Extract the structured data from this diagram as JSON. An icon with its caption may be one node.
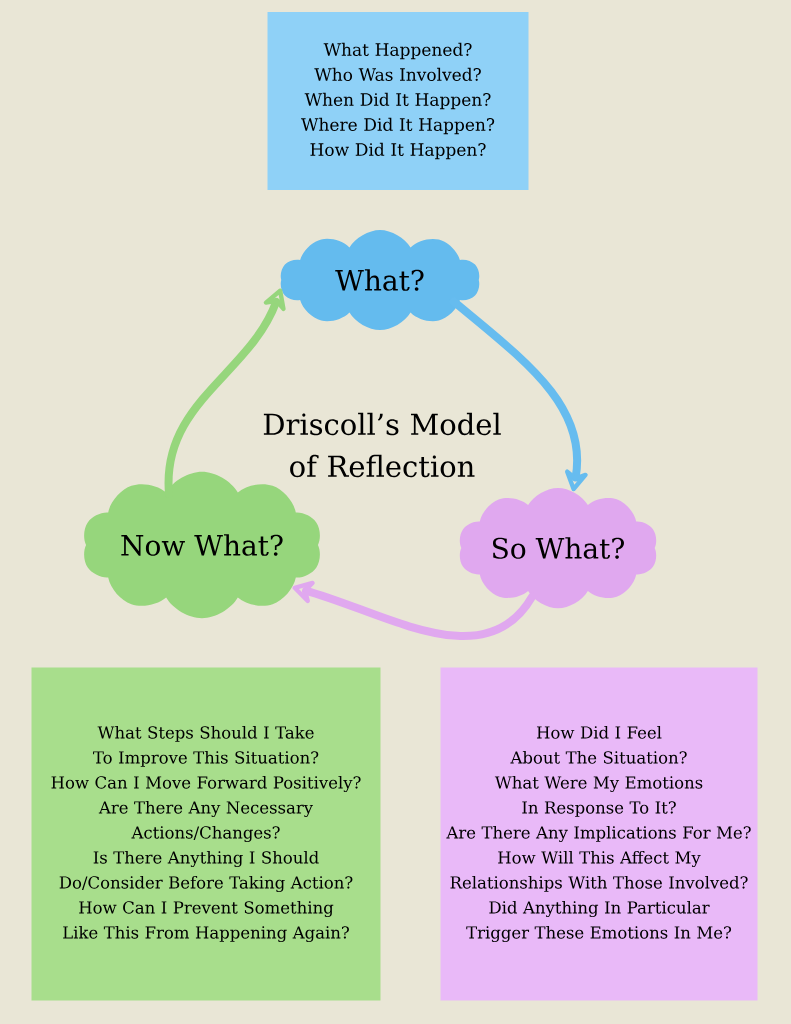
{
  "diagram": {
    "title": "Driscoll’s Model of Reflection",
    "nodes": [
      {
        "text": [
          "What Happened?",
          "Who Was Involved?",
          "When Did It Happen?",
          "Where Did It Happen?",
          "How Did It Happen?"
        ]
      },
      {
        "text": [
          "What?"
        ]
      },
      {
        "text": [
          "Now What?"
        ]
      },
      {
        "text": [
          "So What?"
        ]
      },
      {
        "text": [
          "What Steps Should I Take To Improve This Situation?",
          "How Can I Move Forward Positively?",
          "Are There Any Necessary Actions/Changes?",
          "Is There Anything I Should Do/Consider Before Taking Action?",
          "How Can I Prevent Something Like This From Happening Again?"
        ]
      },
      {
        "text": [
          "How Did I Feel About The Situation?",
          "What Were My Emotions In Response To It?",
          "Are There Any Implications For Me?",
          "How Will This Affect My Relationships With Those Involved?",
          "Did Anything In Particular Trigger These Emotions In Me?"
        ]
      }
    ],
    "edges": [
      {
        "from": 1,
        "to": 3,
        "arrow": "to",
        "color": "#66bcef"
      },
      {
        "from": 3,
        "to": 2,
        "arrow": "to",
        "color": "#e0a8ef"
      },
      {
        "from": 2,
        "to": 1,
        "arrow": "to",
        "color": "#96d67c"
      }
    ]
  }
}
